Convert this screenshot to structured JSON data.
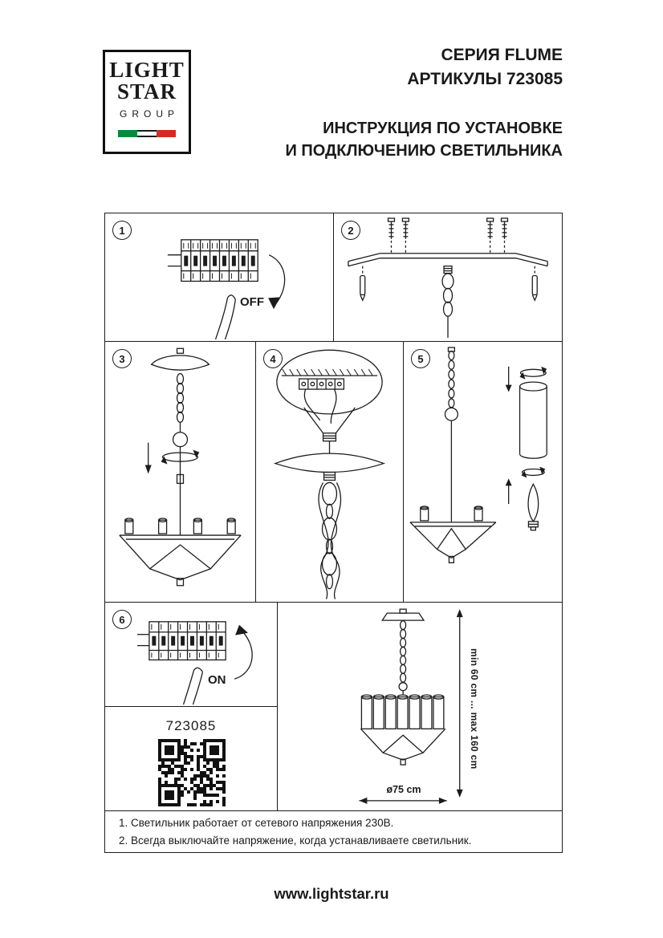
{
  "logo": {
    "line1": "LIGHT",
    "line2": "STAR",
    "line3": "GROUP"
  },
  "header": {
    "series": "СЕРИЯ FLUME",
    "articles": "АРТИКУЛЫ 723085",
    "title_line1": "ИНСТРУКЦИЯ ПО УСТАНОВКЕ",
    "title_line2": "И ПОДКЛЮЧЕНИЮ СВЕТИЛЬНИКА"
  },
  "steps": {
    "step1": {
      "number": "1",
      "label": "OFF"
    },
    "step2": {
      "number": "2"
    },
    "step3": {
      "number": "3"
    },
    "step4": {
      "number": "4"
    },
    "step5": {
      "number": "5"
    },
    "step6": {
      "number": "6",
      "label": "ON"
    }
  },
  "product": {
    "code": "723085"
  },
  "dimensions": {
    "height_range": "min 60 cm ... max 160 cm",
    "diameter": "ø75 cm"
  },
  "notes": [
    "1. Светильник работает от сетевого напряжения 230В.",
    "2. Всегда выключайте напряжение, когда устанавливаете светильник."
  ],
  "footer": {
    "website": "www.lightstar.ru"
  },
  "colors": {
    "ink": "#1c1c1c",
    "flag_green": "#008c3c",
    "flag_red": "#d52b1e"
  }
}
